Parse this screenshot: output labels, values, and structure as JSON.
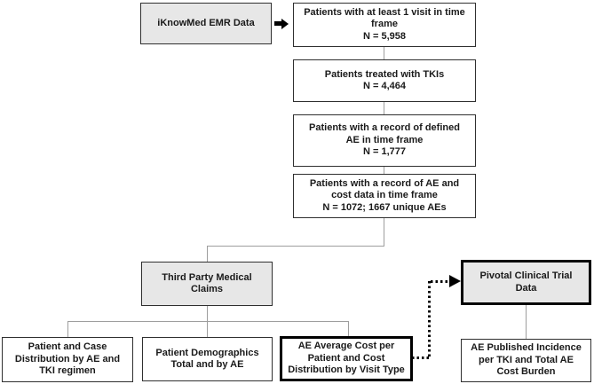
{
  "diagram": {
    "type": "flowchart",
    "description": "Patient attrition and data-source flow diagram for TKI adverse-event cost study",
    "colors": {
      "source_box_fill": "#e7e7e7",
      "result_box_fill": "#ffffff",
      "box_border": "#2f2f2f",
      "emphasis_border": "#000000",
      "connector_line": "#9e9e9e",
      "arrow": "#000000"
    },
    "nodes": {
      "emr": {
        "label": "iKnowMed EMR Data"
      },
      "visit": {
        "label": "Patients with at least 1 visit in time\nframe\nN = 5,958"
      },
      "tki": {
        "label": "Patients treated with TKIs\nN = 4,464"
      },
      "ae_record": {
        "label": "Patients with a record of defined\nAE in time frame\nN = 1,777"
      },
      "ae_cost": {
        "label": "Patients with a record of AE and\ncost data in time frame\nN = 1072; 1667 unique AEs"
      },
      "claims": {
        "label": "Third Party Medical\nClaims"
      },
      "pivotal": {
        "label": "Pivotal Clinical Trial\nData"
      },
      "case_distribution": {
        "label": "Patient and Case\nDistribution by AE and\nTKI regimen"
      },
      "demographics": {
        "label": "Patient Demographics\nTotal and by AE"
      },
      "avg_cost": {
        "label": "AE Average Cost per\nPatient and Cost\nDistribution by Visit Type"
      },
      "incidence": {
        "label": "AE Published Incidence\nper TKI and Total AE\nCost Burden"
      }
    },
    "icons": {
      "emr_to_visit": "solid-right-arrow",
      "avgcost_to_pivotal": "dotted-right-arrow"
    }
  }
}
